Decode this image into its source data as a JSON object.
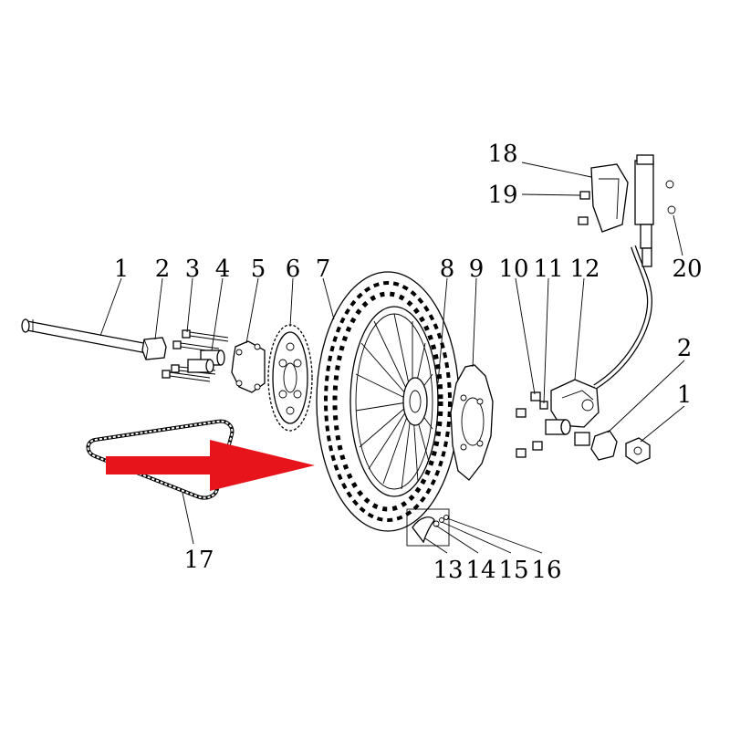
{
  "diagram": {
    "callouts": {
      "c1_left": "1",
      "c2_left": "2",
      "c3": "3",
      "c4": "4",
      "c5": "5",
      "c6": "6",
      "c7": "7",
      "c8": "8",
      "c9": "9",
      "c10": "10",
      "c11": "11",
      "c12": "12",
      "c2_right": "2",
      "c1_right": "1",
      "c13": "13",
      "c14": "14",
      "c15": "15",
      "c16": "16",
      "c17": "17",
      "c18": "18",
      "c19": "19",
      "c20": "20"
    },
    "arrow_color": "#e8141c",
    "line_color": "#000000"
  }
}
